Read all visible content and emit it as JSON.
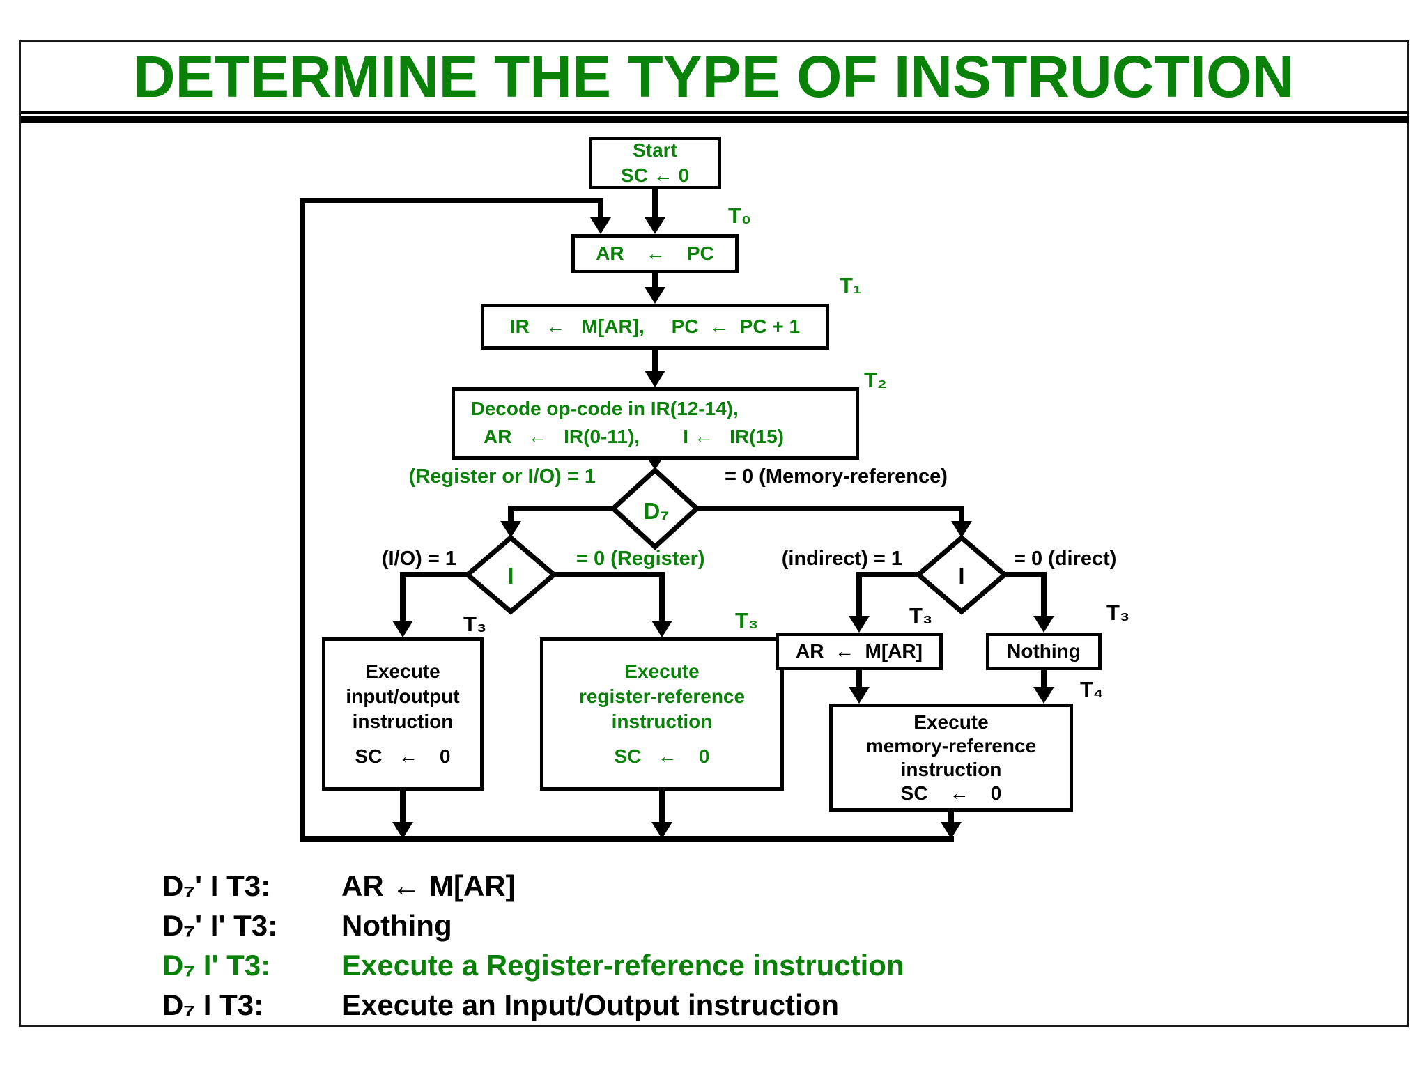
{
  "title": "DETERMINE THE TYPE OF INSTRUCTION",
  "colors": {
    "green": "#0a820a",
    "black": "#000000",
    "background": "#ffffff"
  },
  "flowchart": {
    "start_box": {
      "line1": "Start",
      "line2": "SC ← 0"
    },
    "ar_pc_box": "AR    ←    PC",
    "ir_box": "IR   ←   M[AR],     PC  ←  PC + 1",
    "decode_box": {
      "line1": "Decode op-code in IR(12-14),",
      "line2": "AR   ←   IR(0-11),        I ←   IR(15)"
    },
    "timing": {
      "t0": "T₀",
      "t1": "T₁",
      "t2": "T₂",
      "t3": "T₃",
      "t4": "T₄"
    },
    "d7_diamond": "D₇",
    "d7_left_label": "(Register or I/O) = 1",
    "d7_right_label": "= 0 (Memory-reference)",
    "i_diamond": "I",
    "io_label": "(I/O) = 1",
    "register_label": "= 0 (Register)",
    "indirect_label": "(indirect) = 1",
    "direct_label": "= 0 (direct)",
    "exec_io_box": {
      "line1": "Execute",
      "line2": "input/output",
      "line3": "instruction",
      "line4": "SC   ←    0"
    },
    "exec_reg_box": {
      "line1": "Execute",
      "line2": "register-reference",
      "line3": "instruction",
      "line4": "SC   ←    0"
    },
    "ar_mar_box": "AR  ←  M[AR]",
    "nothing_box": "Nothing",
    "exec_mem_box": {
      "line1": "Execute",
      "line2": "memory-reference",
      "line3": "instruction",
      "line4": "SC    ←    0"
    }
  },
  "legend": {
    "rows": [
      {
        "condition": "D₇' I T3:",
        "action": "AR ← M[AR]"
      },
      {
        "condition": "D₇' I' T3:",
        "action": "Nothing"
      },
      {
        "condition": "D₇ I' T3:",
        "action": "Execute a Register-reference instruction"
      },
      {
        "condition": "D₇ I T3:",
        "action": "Execute an Input/Output instruction"
      }
    ]
  }
}
